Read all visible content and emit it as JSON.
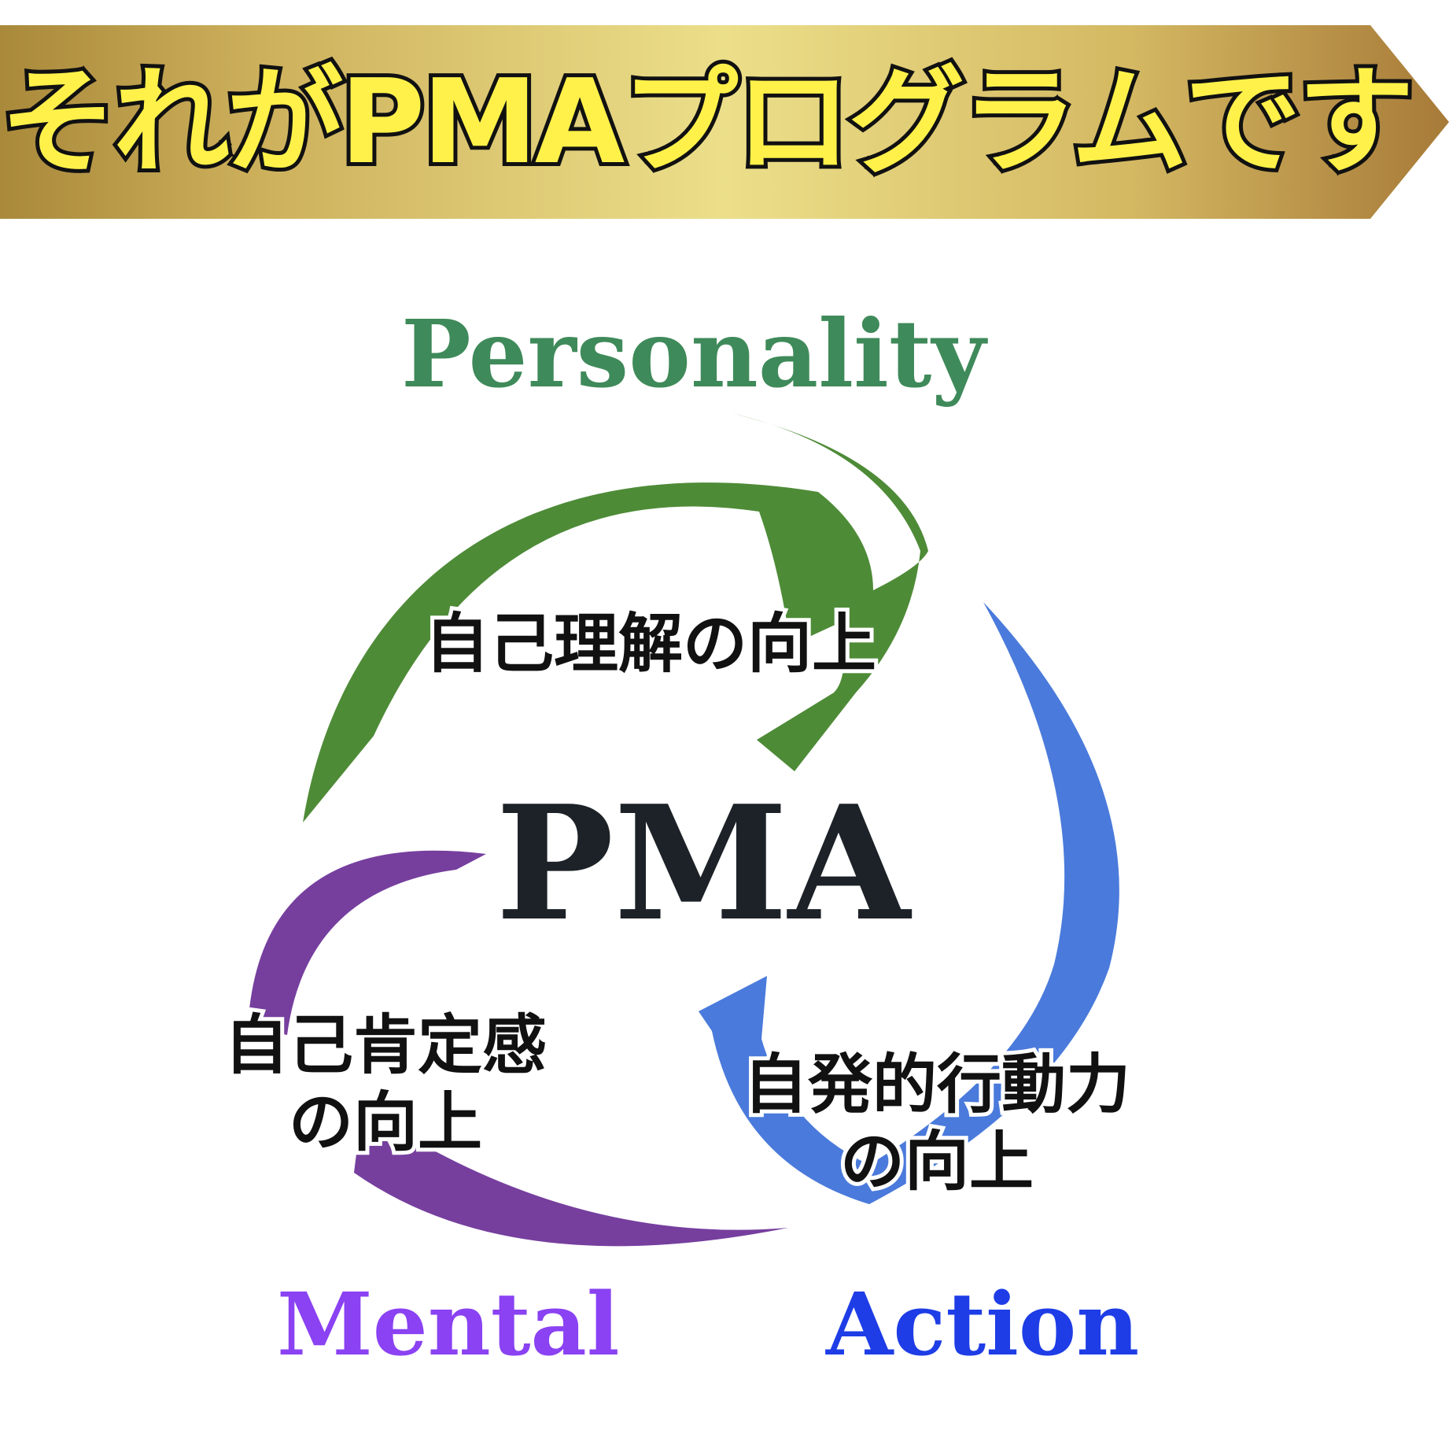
{
  "banner": {
    "title": "それがPMAプログラムです"
  },
  "diagram": {
    "center": "PMA",
    "segments": [
      {
        "name": "Personality",
        "benefit": "自己理解の向上",
        "color": "#4e8b37",
        "label_color": "#3f8a5a"
      },
      {
        "name": "Action",
        "benefit_lines": [
          "自発的行動力",
          "の向上"
        ],
        "color": "#4a7adb",
        "label_color": "#1e3de6"
      },
      {
        "name": "Mental",
        "benefit_lines": [
          "自己肯定感",
          "の向上"
        ],
        "color": "#763f9e",
        "label_color": "#8a42f2"
      }
    ]
  }
}
